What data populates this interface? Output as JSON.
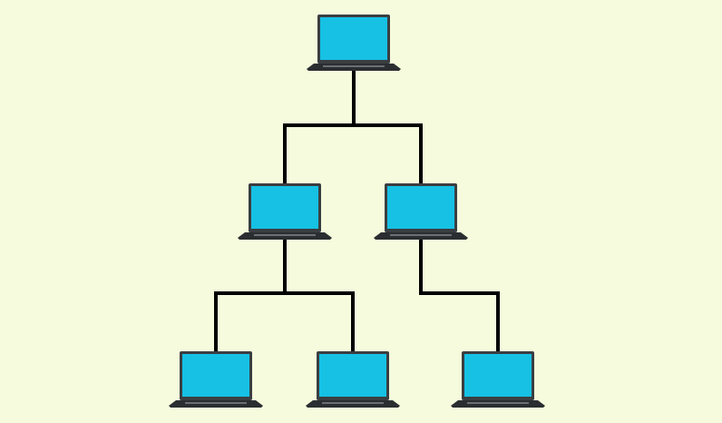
{
  "colors": {
    "background": "#f5fbdc",
    "screen": "#16c1e4",
    "bezel": "#3a3e41",
    "base": "#2b2e31",
    "keyboard": "#6b7074",
    "line": "#000000"
  },
  "diagram": {
    "type": "tree-network",
    "nodes": [
      {
        "id": "root",
        "icon": "laptop-icon"
      },
      {
        "id": "mid-left",
        "icon": "laptop-icon"
      },
      {
        "id": "mid-right",
        "icon": "laptop-icon"
      },
      {
        "id": "leaf-left",
        "icon": "laptop-icon"
      },
      {
        "id": "leaf-middle",
        "icon": "laptop-icon"
      },
      {
        "id": "leaf-right",
        "icon": "laptop-icon"
      }
    ],
    "edges": [
      {
        "from": "root",
        "to": "mid-left"
      },
      {
        "from": "root",
        "to": "mid-right"
      },
      {
        "from": "mid-left",
        "to": "leaf-left"
      },
      {
        "from": "mid-left",
        "to": "leaf-middle"
      },
      {
        "from": "mid-right",
        "to": "leaf-right"
      }
    ]
  }
}
